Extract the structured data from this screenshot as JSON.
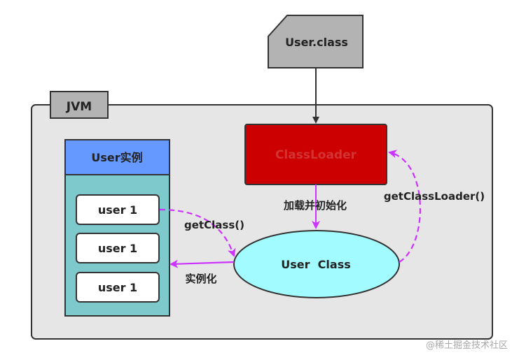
{
  "file_node": {
    "label": "User.class"
  },
  "jvm": {
    "label": "JVM"
  },
  "classloader": {
    "label": "ClassLoader"
  },
  "user_class": {
    "label": "User  Class"
  },
  "instances": {
    "header": "User实例",
    "items": [
      "user 1",
      "user 1",
      "user 1"
    ]
  },
  "edges": {
    "load_init": "加载并初始化",
    "get_class": "getClass()",
    "instantiate": "实例化",
    "get_classloader": "getClassLoader()"
  },
  "watermark": "@稀土掘金技术社区",
  "colors": {
    "file_fill": "#b3b3b3",
    "jvm_fill": "#e6e6e6",
    "classloader_fill": "#cc0000",
    "classloader_text": "#d43333",
    "user_class_fill": "#a2fcff",
    "instances_header_fill": "#6699ff",
    "instances_body_fill": "#7dc9cb",
    "dashed_arrow": "#cc33ff"
  }
}
